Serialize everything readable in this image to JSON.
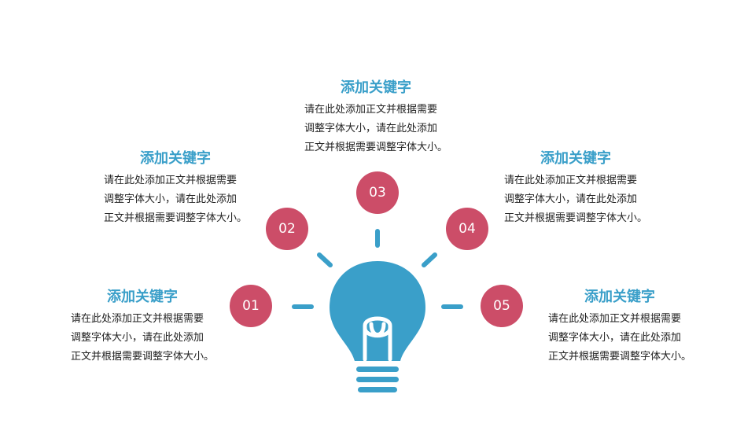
{
  "colors": {
    "accent_blue": "#3a9fc9",
    "badge_red": "#cc4d68",
    "text": "#222222"
  },
  "items": [
    {
      "number": "01",
      "keyword": "添加关键字",
      "lines": [
        "请在此处添加正文并根据需要",
        "调整字体大小，请在此处添加",
        "正文并根据需要调整字体大小。"
      ]
    },
    {
      "number": "02",
      "keyword": "添加关键字",
      "lines": [
        "请在此处添加正文并根据需要",
        "调整字体大小，请在此处添加",
        "正文并根据需要调整字体大小。"
      ]
    },
    {
      "number": "03",
      "keyword": "添加关键字",
      "lines": [
        "请在此处添加正文并根据需要",
        "调整字体大小，请在此处添加",
        "正文并根据需要调整字体大小。"
      ]
    },
    {
      "number": "04",
      "keyword": "添加关键字",
      "lines": [
        "请在此处添加正文并根据需要",
        "调整字体大小，请在此处添加",
        "正文并根据需要调整字体大小。"
      ]
    },
    {
      "number": "05",
      "keyword": "添加关键字",
      "lines": [
        "请在此处添加正文并根据需要",
        "调整字体大小，请在此处添加",
        "正文并根据需要调整字体大小。"
      ]
    }
  ]
}
